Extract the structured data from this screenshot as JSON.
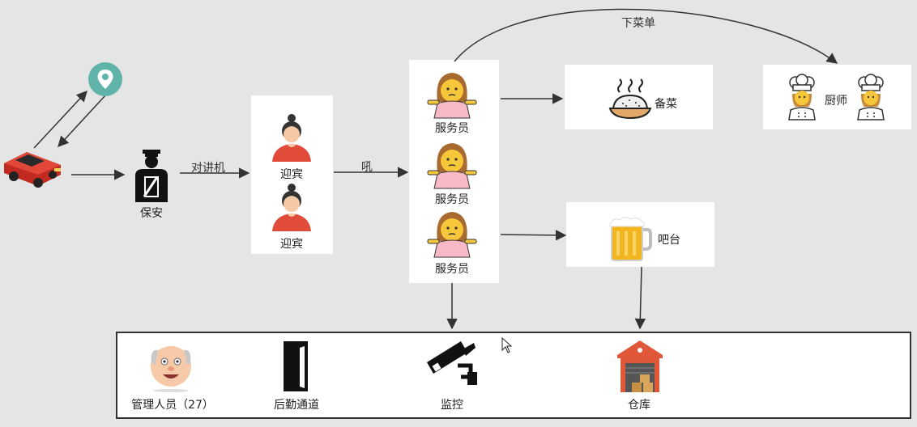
{
  "nodes": {
    "security": "保安",
    "greeter_1": "迎宾",
    "greeter_2": "迎宾",
    "waiter_1": "服务员",
    "waiter_2": "服务员",
    "waiter_3": "服务员",
    "prep": "备菜",
    "chef": "厨师",
    "bar": "吧台"
  },
  "edges": {
    "walkie_talkie": "对讲机",
    "shout": "吼",
    "order": "下菜单"
  },
  "bottom_panel": {
    "management": "管理人员（27）",
    "back_passage": "后勤通道",
    "monitoring": "监控",
    "warehouse": "仓库"
  },
  "icons": [
    "location-pin-icon",
    "car-icon",
    "guard-icon",
    "greeter-icon",
    "waiter-icon",
    "rice-bowl-icon",
    "beer-mug-icon",
    "chef-icon",
    "old-man-icon",
    "door-icon",
    "security-camera-icon",
    "warehouse-icon",
    "mouse-cursor-icon"
  ],
  "colors": {
    "background": "#e5e5e5",
    "card": "#ffffff",
    "arrow": "#333333",
    "pin": "#5fb3a8",
    "car": "#d9342b",
    "greeter": "#e04b3a",
    "waiter": "#f7b9c6",
    "warehouse": "#e1573a",
    "beer": "#f2b51d"
  }
}
